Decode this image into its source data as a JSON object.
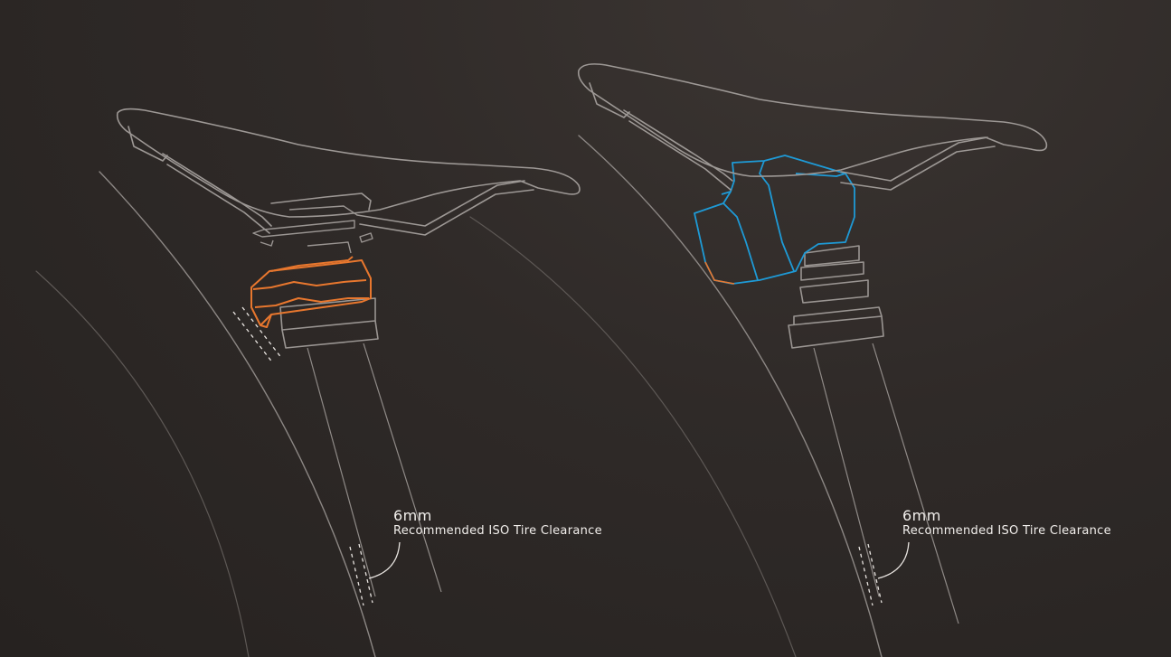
{
  "panels": [
    {
      "measurement": "6mm",
      "caption": "Recommended ISO Tire Clearance",
      "accent_color": "#e8772e"
    },
    {
      "measurement": "6mm",
      "caption": "Recommended ISO Tire Clearance",
      "accent_color": "#1e9ad6"
    }
  ],
  "colors": {
    "background": "#2f2a28",
    "line": "#9a9592",
    "dim_line": "#6b6562",
    "dash": "#e8e4e0"
  }
}
